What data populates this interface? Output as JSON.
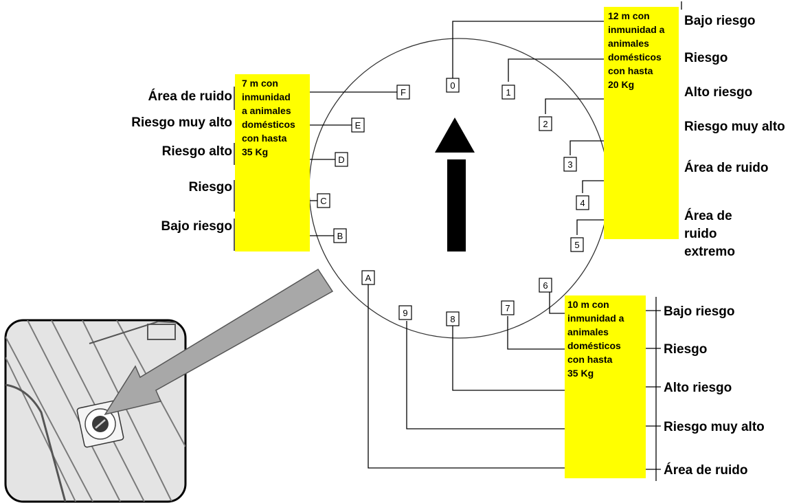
{
  "blocks": {
    "left": [
      "7 m con",
      "inmunidad",
      "a animales",
      "domésticos",
      "con hasta",
      "35 Kg"
    ],
    "top_right": [
      "12  m con",
      "inmunidad a",
      "animales",
      "domésticos",
      "con hasta",
      "20 Kg"
    ],
    "bottom_right": [
      "10 m con",
      "inmunidad a",
      "animales",
      "domésticos",
      "con hasta",
      "35 Kg"
    ]
  },
  "labels": {
    "left": [
      "Área de ruido",
      "Riesgo muy alto",
      "Riesgo alto",
      "Riesgo",
      "Bajo riesgo"
    ],
    "top_right": [
      "Bajo riesgo",
      "Riesgo",
      "Alto riesgo",
      "Riesgo muy alto",
      "Área de ruido",
      "Área de",
      "ruido",
      "extremo"
    ],
    "bottom_right": [
      "Bajo riesgo",
      "Riesgo",
      "Alto riesgo",
      "Riesgo muy alto",
      "Área de ruido"
    ]
  },
  "dial": [
    "0",
    "1",
    "2",
    "3",
    "4",
    "5",
    "6",
    "7",
    "8",
    "9",
    "A",
    "B",
    "C",
    "D",
    "E",
    "F"
  ],
  "colors": {
    "highlight": "#ffff00",
    "arrow": "#000000",
    "pointer_arrow": "#a8a8a8"
  }
}
